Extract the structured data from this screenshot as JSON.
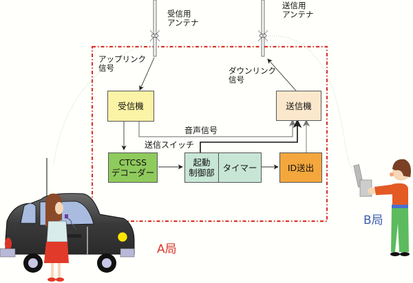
{
  "antennas": {
    "receive": {
      "line1": "受信用",
      "line2": "アンテナ"
    },
    "transmit": {
      "line1": "送信用",
      "line2": "アンテナ"
    }
  },
  "signals": {
    "uplink": {
      "line1": "アップリンク",
      "line2": "信号"
    },
    "downlink": {
      "line1": "ダウンリンク",
      "line2": "信号"
    },
    "audio": "音声信号",
    "tx_switch": "送信スイッチ"
  },
  "blocks": {
    "receiver": "受信機",
    "transmitter": "送信機",
    "ctcss": {
      "line1": "CTCSS",
      "line2": "デコーダー"
    },
    "start_control": {
      "line1": "起動",
      "line2": "制御部"
    },
    "timer": "タイマー",
    "id_send": "ID送出"
  },
  "stations": {
    "a": "A局",
    "b": "B局"
  },
  "colors": {
    "receiver": "#fbf3a6",
    "transmitter": "#fbe8cc",
    "ctcss": "#8fca5c",
    "control": "#c8e6d6",
    "id_send": "#f3a73d",
    "boundary": "#d9352a",
    "station_a": "#d9352a",
    "station_b": "#3b5db0"
  }
}
